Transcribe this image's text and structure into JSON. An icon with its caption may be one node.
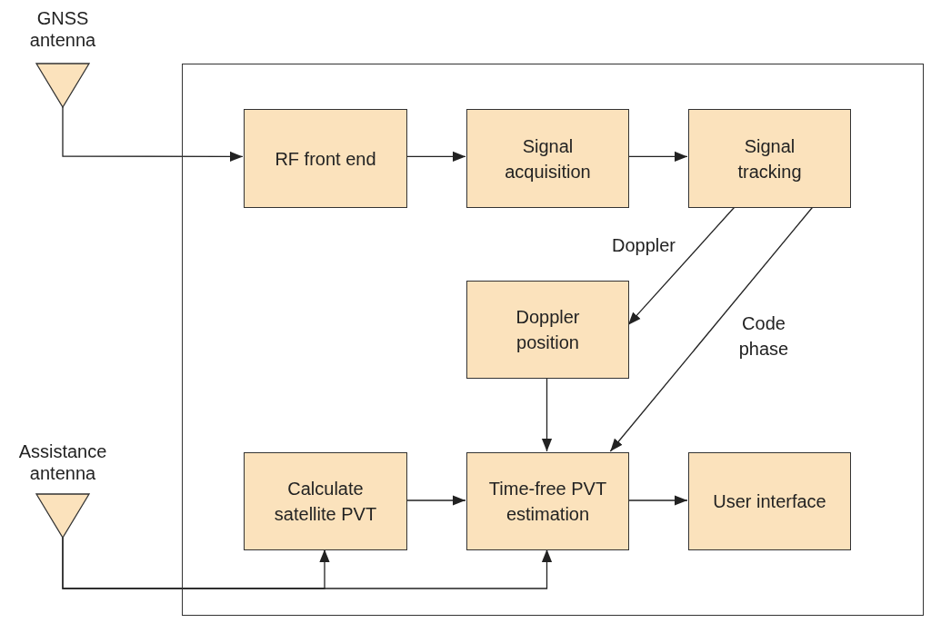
{
  "diagram": {
    "nodes": [
      {
        "text": [],
        "shape": "box"
      },
      {
        "text": [
          "GNSS antenna"
        ]
      },
      {
        "text": [
          "RF front end"
        ],
        "in": 0
      },
      {
        "text": [
          "Signal acquisition"
        ],
        "in": 0
      },
      {
        "text": [
          "Signal tracking"
        ],
        "in": 0
      },
      {
        "text": [
          "Doppler position"
        ],
        "in": 0
      },
      {
        "text": [
          "Calculate satellite PVT"
        ],
        "in": 0
      },
      {
        "text": [
          "Time-free PVT estimation"
        ],
        "in": 0
      },
      {
        "text": [
          "User interface"
        ],
        "in": 0
      },
      {
        "text": [
          "Assistance antenna"
        ]
      }
    ],
    "edges": [
      {
        "from": 1,
        "to": 2,
        "arrow": "to"
      },
      {
        "from": 2,
        "to": 3,
        "arrow": "to"
      },
      {
        "from": 3,
        "to": 4,
        "arrow": "to"
      },
      {
        "from": 4,
        "to": 5,
        "arrow": "to",
        "label": "Doppler"
      },
      {
        "from": 4,
        "to": 7,
        "arrow": "to",
        "label": "Code phase"
      },
      {
        "from": 5,
        "to": 7,
        "arrow": "to"
      },
      {
        "from": 6,
        "to": 7,
        "arrow": "to"
      },
      {
        "from": 7,
        "to": 8,
        "arrow": "to"
      },
      {
        "from": 9,
        "to": 6,
        "arrow": "to"
      },
      {
        "from": 9,
        "to": 7,
        "arrow": "to"
      }
    ]
  }
}
